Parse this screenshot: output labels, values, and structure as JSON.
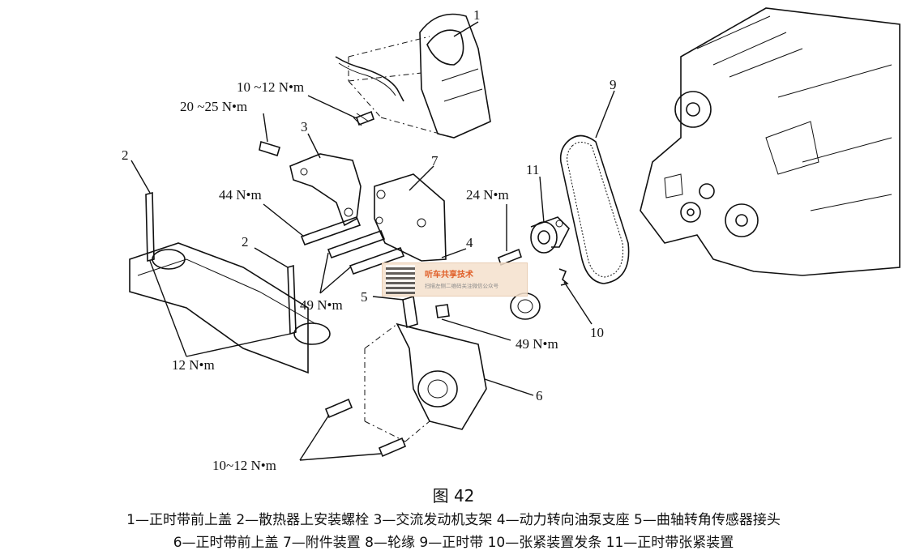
{
  "labels": {
    "p1": "1",
    "p2a": "2",
    "p2b": "2",
    "p3": "3",
    "p4": "4",
    "p5": "5",
    "p6": "6",
    "p7": "7",
    "p9": "9",
    "p10": "10",
    "p11": "11"
  },
  "torques": {
    "t_10_12_top": "10 ~12 N•m",
    "t_20_25": "20 ~25 N•m",
    "t_44": "44 N•m",
    "t_49_left": "49 N•m",
    "t_49_right": "49 N•m",
    "t_24": "24 N•m",
    "t_12": "12 N•m",
    "t_10_12_bottom": "10~12 N•m"
  },
  "figure": {
    "title": "图 42",
    "legend_line_1": "1—正时带前上盖   2—散热器上安装螺栓   3—交流发动机支架   4—动力转向油泵支座   5—曲轴转角传感器接头",
    "legend_line_2": "6—正时带前上盖   7—附件装置   8—轮缘   9—正时带   10—张紧装置发条   11—正时带张紧装置"
  },
  "watermark": {
    "title": "听车共享技术",
    "subtitle": "扫描左侧二维码关注微信公众号"
  }
}
